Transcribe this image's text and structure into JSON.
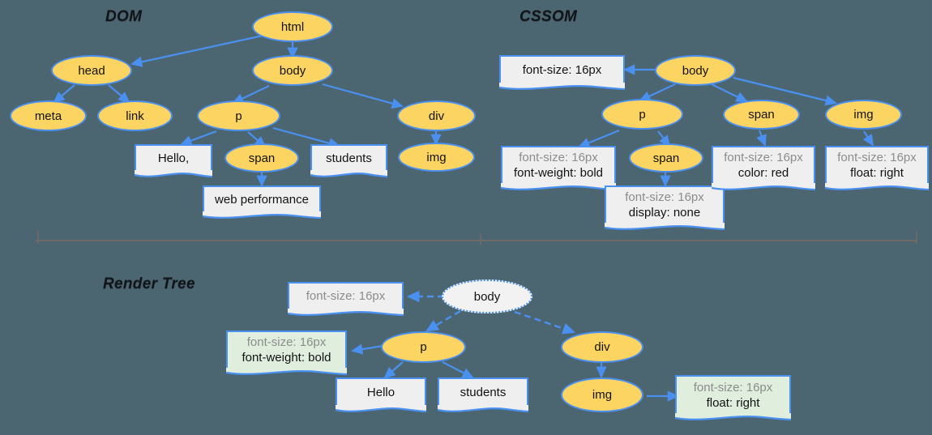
{
  "diagram": {
    "title_dom": "DOM",
    "title_cssom": "CSSOM",
    "title_render": "Render Tree",
    "background_color": "#4c6671",
    "node_fill": "#fcd462",
    "node_border": "#4a90f0",
    "box_fill": "#efefef",
    "box_fill_green": "#dfeedd",
    "muted_text_color": "#8c8c8c",
    "text_color": "#121212"
  },
  "dom": {
    "nodes": [
      {
        "id": "html",
        "label": "html"
      },
      {
        "id": "head",
        "label": "head"
      },
      {
        "id": "body",
        "label": "body"
      },
      {
        "id": "meta",
        "label": "meta"
      },
      {
        "id": "link",
        "label": "link"
      },
      {
        "id": "p",
        "label": "p"
      },
      {
        "id": "div",
        "label": "div"
      },
      {
        "id": "span",
        "label": "span"
      },
      {
        "id": "img",
        "label": "img"
      }
    ],
    "boxes": [
      {
        "id": "hello",
        "line1": "Hello,"
      },
      {
        "id": "students",
        "line1": "students"
      },
      {
        "id": "webperf",
        "line1": "web performance"
      }
    ],
    "edges": [
      {
        "from": "html",
        "to": "head"
      },
      {
        "from": "html",
        "to": "body"
      },
      {
        "from": "head",
        "to": "meta"
      },
      {
        "from": "head",
        "to": "link"
      },
      {
        "from": "body",
        "to": "p"
      },
      {
        "from": "body",
        "to": "div"
      },
      {
        "from": "p",
        "to": "hello"
      },
      {
        "from": "p",
        "to": "span"
      },
      {
        "from": "p",
        "to": "students"
      },
      {
        "from": "span",
        "to": "webperf"
      },
      {
        "from": "div",
        "to": "img"
      }
    ]
  },
  "cssom": {
    "nodes": [
      {
        "id": "body",
        "label": "body"
      },
      {
        "id": "p",
        "label": "p"
      },
      {
        "id": "span1",
        "label": "span"
      },
      {
        "id": "span2",
        "label": "span"
      },
      {
        "id": "img",
        "label": "img"
      }
    ],
    "boxes": [
      {
        "id": "b_body",
        "line1": "font-size: 16px",
        "line2": "",
        "muted1": false
      },
      {
        "id": "b_p",
        "line1": "font-size: 16px",
        "line2": "font-weight: bold",
        "muted1": true
      },
      {
        "id": "b_span1",
        "line1": "font-size: 16px",
        "line2": "display: none",
        "muted1": true
      },
      {
        "id": "b_span2",
        "line1": "font-size: 16px",
        "line2": "color: red",
        "muted1": true
      },
      {
        "id": "b_img",
        "line1": "font-size: 16px",
        "line2": "float: right",
        "muted1": true
      }
    ],
    "edges": [
      {
        "from": "body",
        "to": "b_body"
      },
      {
        "from": "body",
        "to": "p"
      },
      {
        "from": "body",
        "to": "span2"
      },
      {
        "from": "body",
        "to": "img"
      },
      {
        "from": "p",
        "to": "b_p"
      },
      {
        "from": "p",
        "to": "span1"
      },
      {
        "from": "span1",
        "to": "b_span1"
      },
      {
        "from": "span2",
        "to": "b_span2"
      },
      {
        "from": "img",
        "to": "b_img"
      }
    ]
  },
  "render_tree": {
    "nodes": [
      {
        "id": "body",
        "label": "body",
        "style": "ghost"
      },
      {
        "id": "p",
        "label": "p",
        "style": "normal"
      },
      {
        "id": "div",
        "label": "div",
        "style": "normal"
      },
      {
        "id": "img",
        "label": "img",
        "style": "normal"
      }
    ],
    "boxes": [
      {
        "id": "r_body",
        "line1": "font-size: 16px",
        "line2": "",
        "green": false,
        "muted1": true
      },
      {
        "id": "r_p",
        "line1": "font-size: 16px",
        "line2": "font-weight: bold",
        "green": true,
        "muted1": true
      },
      {
        "id": "r_hello",
        "line1": "Hello",
        "line2": "",
        "green": false,
        "muted1": false
      },
      {
        "id": "r_students",
        "line1": "students",
        "line2": "",
        "green": false,
        "muted1": false
      },
      {
        "id": "r_img",
        "line1": "font-size: 16px",
        "line2": "float: right",
        "green": true,
        "muted1": true
      }
    ],
    "edges": [
      {
        "from": "body",
        "to": "r_body",
        "dashed": true
      },
      {
        "from": "body",
        "to": "p",
        "dashed": true
      },
      {
        "from": "body",
        "to": "div",
        "dashed": true
      },
      {
        "from": "p",
        "to": "r_p",
        "dashed": false
      },
      {
        "from": "p",
        "to": "r_hello",
        "dashed": false
      },
      {
        "from": "p",
        "to": "r_students",
        "dashed": false
      },
      {
        "from": "div",
        "to": "img",
        "dashed": false
      },
      {
        "from": "img",
        "to": "r_img",
        "dashed": false
      }
    ]
  }
}
